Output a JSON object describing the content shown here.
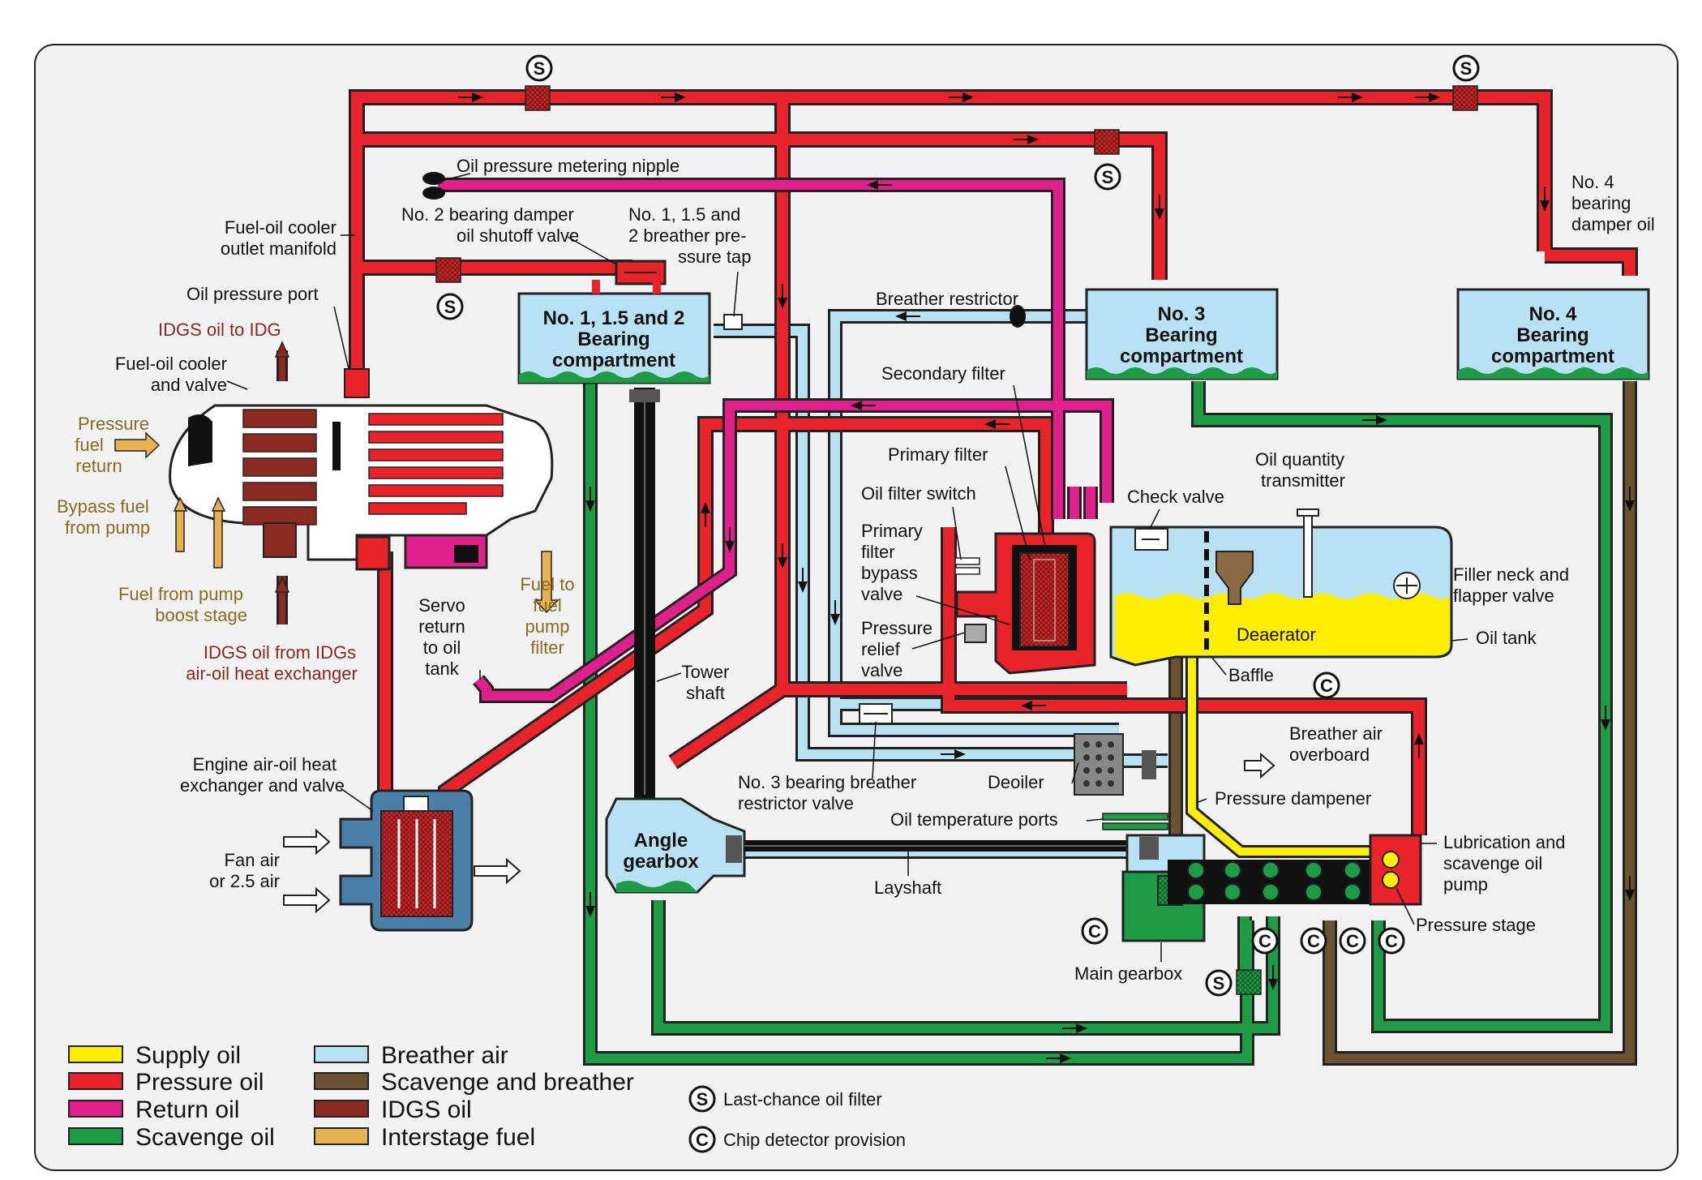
{
  "colors": {
    "supply_oil": "#ffee00",
    "pressure_oil": "#e8242a",
    "return_oil": "#e0208a",
    "scavenge_oil": "#1e9b45",
    "breather_air": "#b8e2f4",
    "scavenge_breather": "#6b5230",
    "idgs_oil": "#8b2a22",
    "interstage_fuel": "#e8b250",
    "background": "#f2f2f2"
  },
  "labels": {
    "oil_pressure_metering_nipple": "Oil pressure metering nipple",
    "no2_damper_shutoff_1": "No. 2 bearing damper",
    "no2_damper_shutoff_2": "oil shutoff valve",
    "breather_tap_1": "No. 1, 1.5 and",
    "breather_tap_2": "2 breather pre-",
    "breather_tap_3": "ssure tap",
    "fuel_oil_cooler_manifold_1": "Fuel-oil cooler",
    "fuel_oil_cooler_manifold_2": "outlet manifold",
    "oil_pressure_port": "Oil pressure port",
    "idgs_oil_to_idg": "IDGS oil to IDG",
    "fuel_oil_cooler_valve_1": "Fuel-oil cooler",
    "fuel_oil_cooler_valve_2": "and valve",
    "pressure_fuel_return_1": "Pressure",
    "pressure_fuel_return_2": "fuel",
    "pressure_fuel_return_3": "return",
    "bypass_fuel_1": "Bypass fuel",
    "bypass_fuel_2": "from pump",
    "fuel_from_pump_boost_1": "Fuel from pump",
    "fuel_from_pump_boost_2": "boost stage",
    "idgs_from_exchanger_1": "IDGS oil from IDGs",
    "idgs_from_exchanger_2": "air-oil heat exchanger",
    "servo_return_1": "Servo",
    "servo_return_2": "return",
    "servo_return_3": "to oil",
    "servo_return_4": "tank",
    "fuel_to_filter_1": "Fuel to",
    "fuel_to_filter_2": "fuel",
    "fuel_to_filter_3": "pump",
    "fuel_to_filter_4": "filter",
    "tower_shaft_1": "Tower",
    "tower_shaft_2": "shaft",
    "engine_exchanger_1": "Engine air-oil heat",
    "engine_exchanger_2": "exchanger and valve",
    "fan_air_1": "Fan air",
    "fan_air_2": "or 2.5 air",
    "breather_restrictor": "Breather restrictor",
    "secondary_filter": "Secondary filter",
    "primary_filter": "Primary filter",
    "oil_filter_switch": "Oil filter switch",
    "primary_bypass_1": "Primary",
    "primary_bypass_2": "filter",
    "primary_bypass_3": "bypass",
    "primary_bypass_4": "valve",
    "pressure_relief_1": "Pressure",
    "pressure_relief_2": "relief",
    "pressure_relief_3": "valve",
    "check_valve": "Check valve",
    "oil_qty_1": "Oil quantity",
    "oil_qty_2": "transmitter",
    "filler_neck_1": "Filler neck and",
    "filler_neck_2": "flapper valve",
    "deaerator": "Deaerator",
    "oil_tank": "Oil tank",
    "baffle": "Baffle",
    "breather_overboard_1": "Breather air",
    "breather_overboard_2": "overboard",
    "deoiler": "Deoiler",
    "pressure_dampener": "Pressure dampener",
    "oil_temp_ports": "Oil temperature ports",
    "no3_breather_valve_1": "No. 3 bearing breather",
    "no3_breather_valve_2": "restrictor valve",
    "layshaft": "Layshaft",
    "lube_pump_1": "Lubrication and",
    "lube_pump_2": "scavenge oil",
    "lube_pump_3": "pump",
    "pressure_stage": "Pressure stage",
    "main_gearbox": "Main gearbox",
    "no4_damper_1": "No. 4",
    "no4_damper_2": "bearing",
    "no4_damper_3": "damper oil",
    "angle_gearbox_1": "Angle",
    "angle_gearbox_2": "gearbox",
    "comp_12_1": "No. 1, 1.5 and 2",
    "comp_12_2": "Bearing",
    "comp_12_3": "compartment",
    "comp_3_1": "No. 3",
    "comp_3_2": "Bearing",
    "comp_3_3": "compartment",
    "comp_4_1": "No. 4",
    "comp_4_2": "Bearing",
    "comp_4_3": "compartment"
  },
  "legend": {
    "items_left": [
      "Supply oil",
      "Pressure oil",
      "Return oil",
      "Scavenge oil"
    ],
    "items_right": [
      "Breather air",
      "Scavenge and breather",
      "IDGS oil",
      "Interstage fuel"
    ],
    "symbols": [
      {
        "glyph": "S",
        "label": "Last-chance oil filter"
      },
      {
        "glyph": "C",
        "label": "Chip detector provision"
      }
    ]
  },
  "markers": {
    "filter": "S",
    "chip": "C"
  }
}
